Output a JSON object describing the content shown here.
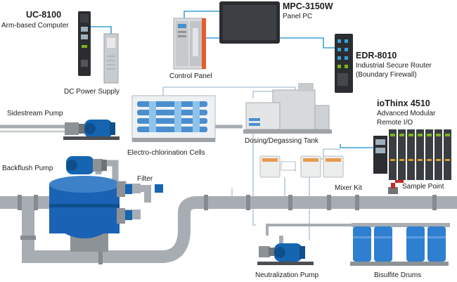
{
  "devices": {
    "uc8100": {
      "title": "UC-8100",
      "subtitle": "Arm-based Computer"
    },
    "mpc3150w": {
      "title": "MPC-3150W",
      "subtitle": "Panel PC"
    },
    "edr8010": {
      "title": "EDR-8010",
      "subtitle_line1": "Industrial Secure Router",
      "subtitle_line2": "(Boundary Firewall)"
    },
    "iothinx": {
      "title": "ioThinx 4510",
      "subtitle_line1": "Advanced Modular",
      "subtitle_line2": "Remote I/O"
    }
  },
  "labels": {
    "control_panel": "Control Panel",
    "dc_power_supply": "DC Power Supply",
    "sidestream_pump": "Sidestream Pump",
    "electro_chlorination": "Electro-chlorination Cells",
    "dosing_tank": "Dosing/Degassing Tank",
    "backflush_pump": "Backflush Pump",
    "filter": "Filter",
    "mixer_kit": "Mixer Kit",
    "sample_point": "Sample Point",
    "neutralization_pump": "Neutralization Pump",
    "bisulfite_drums": "Bisulfite Drums"
  },
  "colors": {
    "pipe": "#a7adb2",
    "pipe_dark": "#858b90",
    "cable": "#3aa0d8",
    "pump_blue": "#1565b0",
    "tank_blue": "#1a63b4",
    "drum_blue": "#2f7fd0",
    "device_dark": "#2b2d30",
    "io_green": "#7ab51d",
    "sample_red": "#c62828"
  }
}
